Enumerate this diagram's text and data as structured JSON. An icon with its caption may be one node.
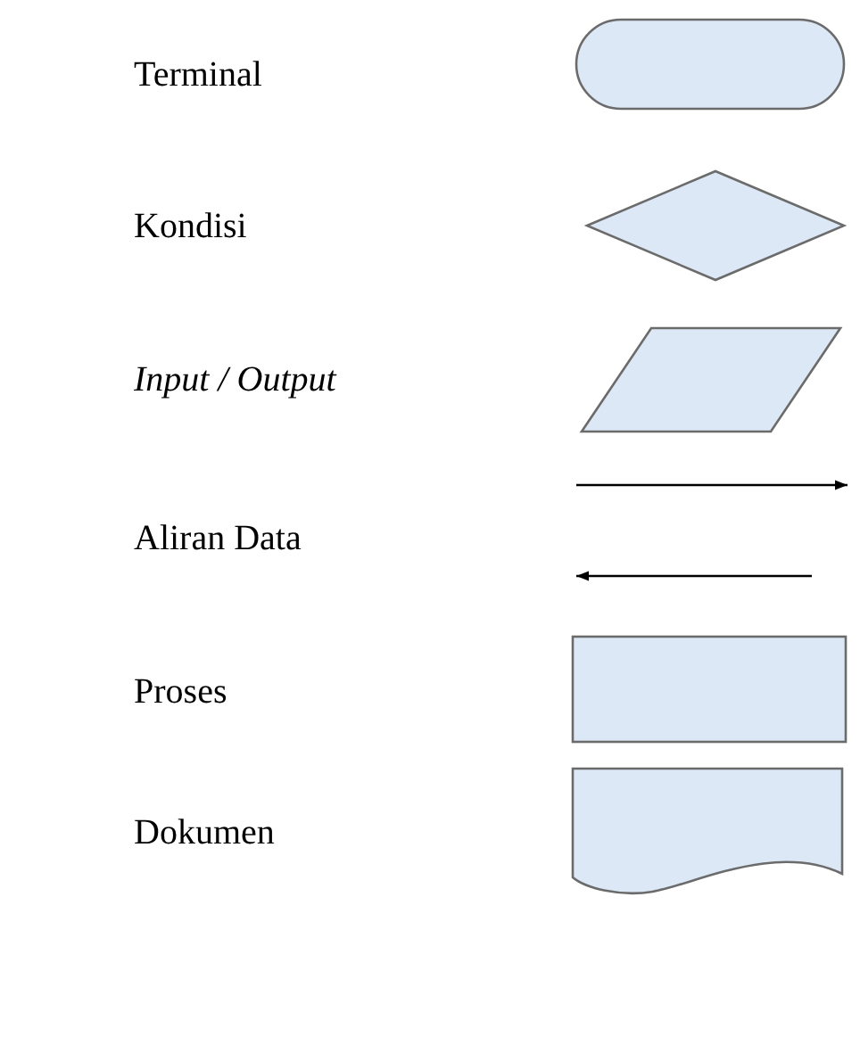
{
  "diagram": {
    "nodes": [
      {
        "text": [],
        "shape": "terminal"
      },
      {
        "text": [],
        "shape": "diamond"
      },
      {
        "text": [],
        "shape": "parallelogram"
      },
      {
        "text": [],
        "shape": "box"
      },
      {
        "text": [],
        "shape": "document"
      }
    ],
    "legend": [
      {
        "text": "Terminal"
      },
      {
        "text": "Kondisi"
      },
      {
        "text": "Input / Output"
      },
      {
        "text": "Aliran Data"
      },
      {
        "text": "Proses"
      },
      {
        "text": "Dokumen"
      }
    ]
  }
}
